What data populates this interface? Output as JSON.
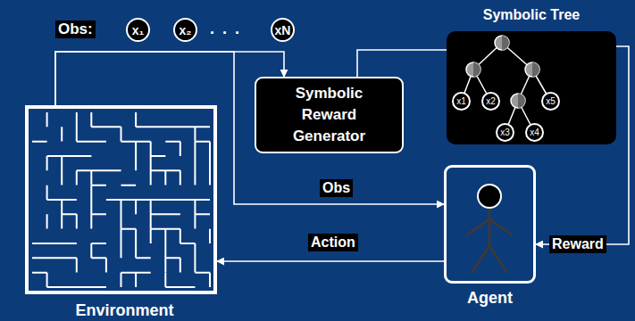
{
  "diagram": {
    "nodes": [
      {
        "text": [
          "x₁"
        ]
      },
      {
        "text": [
          "x₂"
        ]
      },
      {
        "text": [
          "xN"
        ]
      },
      {
        "text": [
          "Symbolic Reward Generator"
        ]
      },
      {
        "text": [
          "Symbolic Tree"
        ]
      },
      {
        "text": [
          "x1"
        ],
        "in": 4
      },
      {
        "text": [
          "x2"
        ],
        "in": 4
      },
      {
        "text": [
          "x5"
        ],
        "in": 4
      },
      {
        "text": [
          "x3"
        ],
        "in": 4
      },
      {
        "text": [
          "x4"
        ],
        "in": 4
      },
      {
        "text": [
          "Environment"
        ]
      },
      {
        "text": [
          "Agent"
        ]
      }
    ],
    "edges": [
      {
        "from": 10,
        "to": 3,
        "arrow": "to"
      },
      {
        "from": 10,
        "to": 11,
        "label": "Obs",
        "arrow": "to"
      },
      {
        "from": 3,
        "to": 4,
        "arrow": "none"
      },
      {
        "from": 4,
        "to": 11,
        "label": "Reward",
        "arrow": "to"
      },
      {
        "from": 11,
        "to": 10,
        "label": "Action",
        "arrow": "to"
      }
    ],
    "labels": [
      "Obs:",
      ". . ."
    ]
  }
}
